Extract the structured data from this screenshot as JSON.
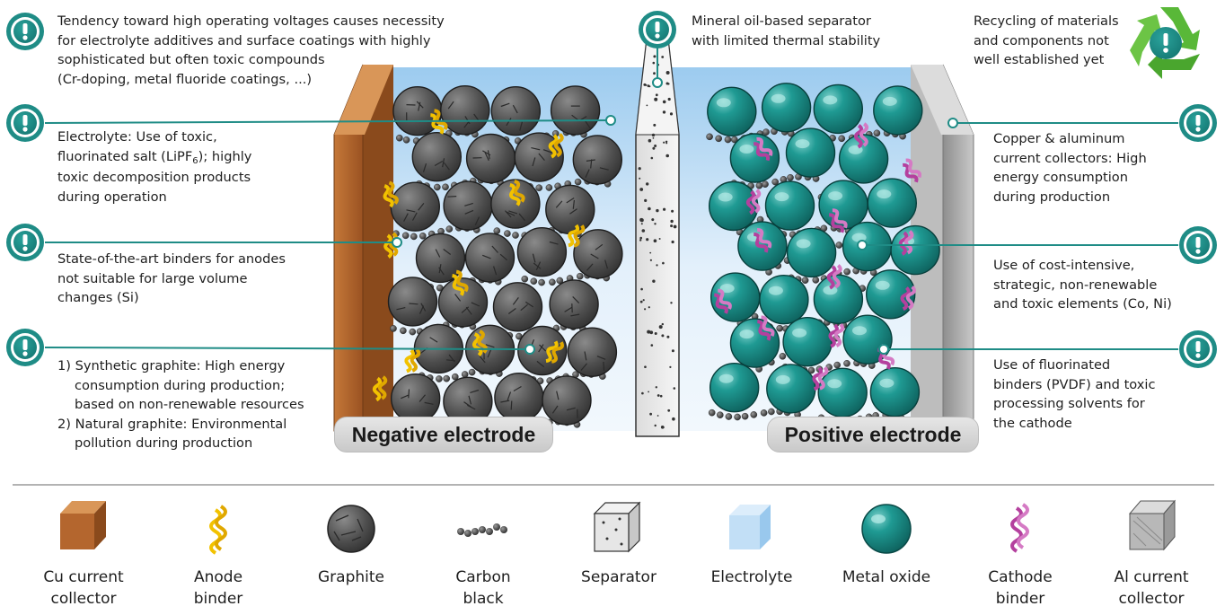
{
  "callouts": {
    "voltage": [
      "Tendency toward high operating voltages causes necessity",
      "for electrolyte additives and surface coatings with highly",
      "sophisticated but often toxic compounds",
      "(Cr-doping, metal fluoride coatings, ...)"
    ],
    "separator": [
      "Mineral oil-based separator",
      "with limited thermal stability"
    ],
    "recycling": [
      "Recycling of materials",
      "and components not",
      "well established yet"
    ],
    "electrolyte": {
      "line1": "Electrolyte: Use of toxic,",
      "line2_pre": "fluorinated salt (LiPF",
      "line2_sub": "6",
      "line2_post": "); highly",
      "line3": "toxic decomposition products",
      "line4": "during operation"
    },
    "binders_anode": [
      "State-of-the-art binders for anodes",
      "not suitable for large volume",
      "changes (Si)"
    ],
    "graphite": [
      "1) Synthetic graphite: High energy",
      "consumption during production;",
      "based on non-renewable resources",
      "2) Natural graphite: Environmental",
      "pollution during production"
    ],
    "collectors": [
      "Copper & aluminum",
      "current collectors: High",
      "energy consumption",
      "during production"
    ],
    "elements": [
      "Use of cost-intensive,",
      "strategic, non-renewable",
      "and toxic elements (Co, Ni)"
    ],
    "cathode_binders": [
      "Use of fluorinated",
      "binders (PVDF) and toxic",
      "processing solvents for",
      "the cathode"
    ]
  },
  "labels": {
    "negative": "Negative electrode",
    "positive": "Positive electrode"
  },
  "legend": [
    {
      "name": "cu-collector",
      "lines": [
        "Cu current",
        "collector"
      ]
    },
    {
      "name": "anode-binder",
      "lines": [
        "Anode",
        "binder"
      ]
    },
    {
      "name": "graphite",
      "lines": [
        "Graphite"
      ]
    },
    {
      "name": "carbon-black",
      "lines": [
        "Carbon",
        "black"
      ]
    },
    {
      "name": "separator",
      "lines": [
        "Separator"
      ]
    },
    {
      "name": "electrolyte",
      "lines": [
        "Electrolyte"
      ]
    },
    {
      "name": "metal-oxide",
      "lines": [
        "Metal oxide"
      ]
    },
    {
      "name": "cathode-binder",
      "lines": [
        "Cathode",
        "binder"
      ]
    },
    {
      "name": "al-collector",
      "lines": [
        "Al current",
        "collector"
      ]
    }
  ],
  "icons": {
    "warning": "exclamation-circle-icon",
    "recycle": "recycle-icon"
  },
  "colors": {
    "teal": "#1f8c86",
    "copper": "#b4662e",
    "graphite": "#555555",
    "binder_yellow": "#f2c200",
    "binder_pink": "#b4409e",
    "electrolyte": "#cfe6f7",
    "aluminum": "#a9a9a9"
  }
}
